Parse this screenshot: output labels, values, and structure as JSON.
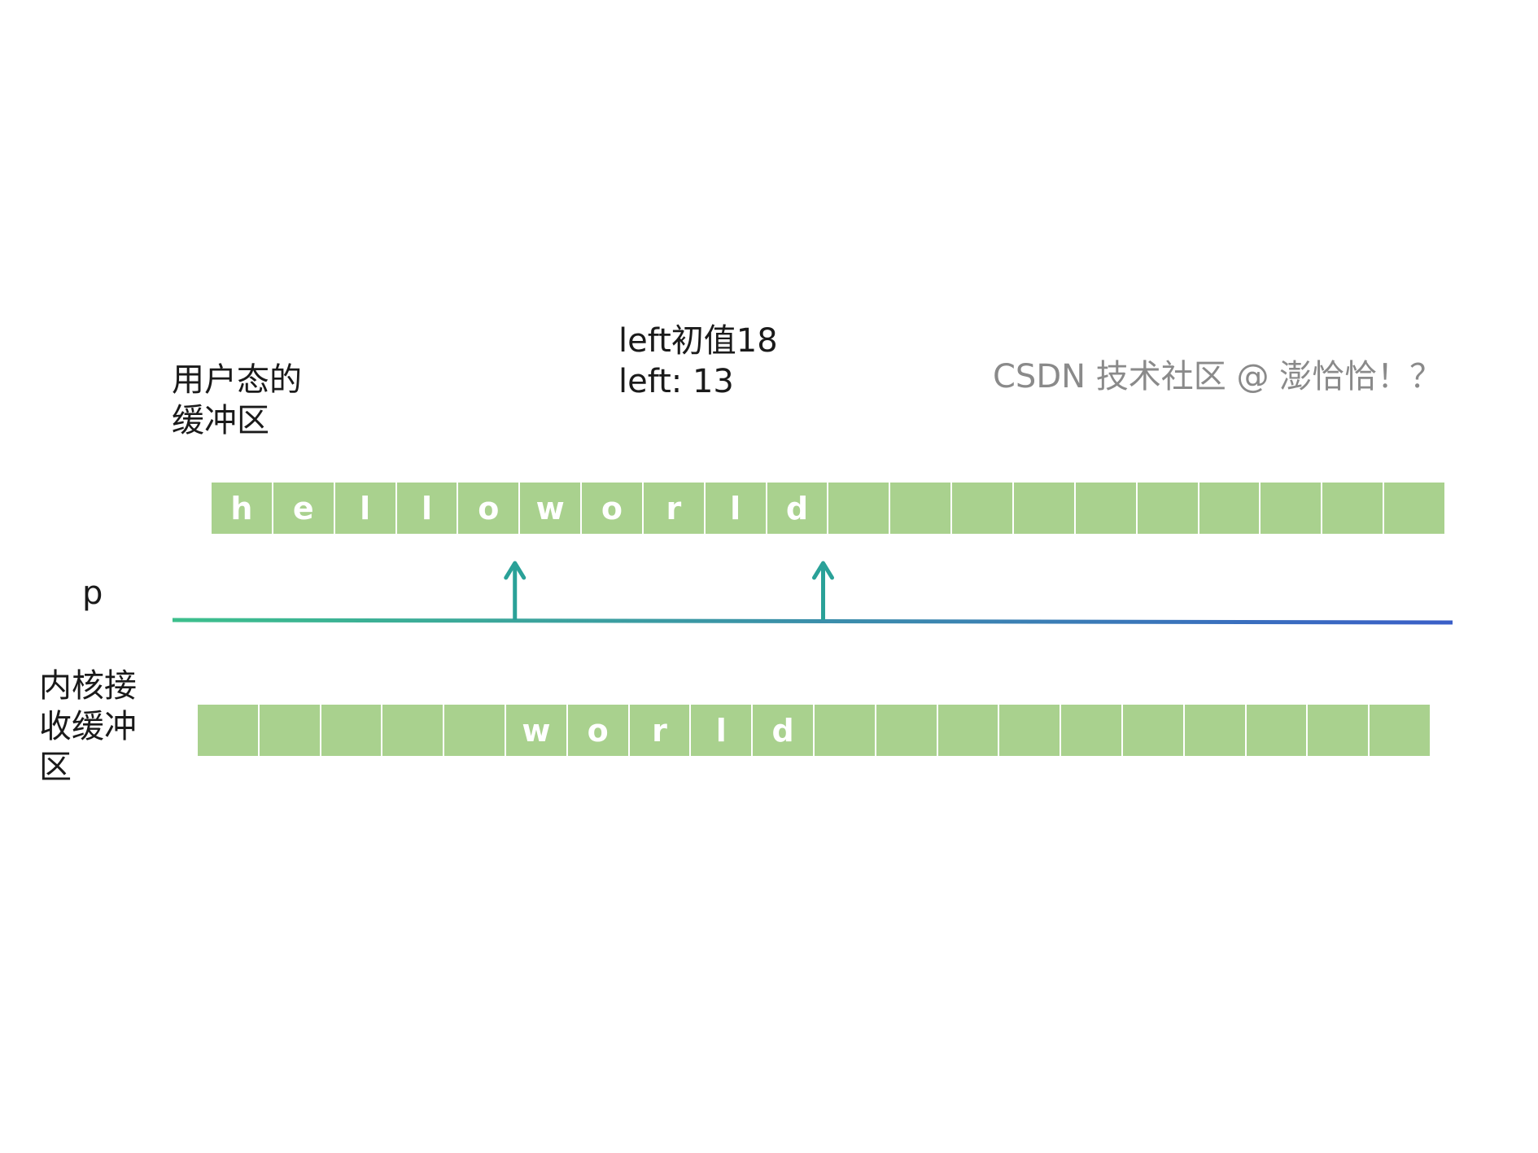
{
  "labels": {
    "user_buffer_line1": "用户态的",
    "user_buffer_line2": "缓冲区",
    "left_initial": "left初值18",
    "left_current": "left: 13",
    "pointer": "p",
    "kernel_buffer_line1": "内核接",
    "kernel_buffer_line2": "收缓冲",
    "kernel_buffer_line3": "区"
  },
  "watermark": "CSDN 技术社区 @ 澎恰恰！？",
  "user_buffer": {
    "cells": [
      "h",
      "e",
      "l",
      "l",
      "o",
      "w",
      "o",
      "r",
      "l",
      "d",
      "",
      "",
      "",
      "",
      "",
      "",
      "",
      "",
      "",
      ""
    ]
  },
  "kernel_buffer": {
    "cells": [
      "",
      "",
      "",
      "",
      "",
      "w",
      "o",
      "r",
      "l",
      "d",
      "",
      "",
      "",
      "",
      "",
      "",
      "",
      "",
      "",
      ""
    ]
  },
  "pointer_arrows": [
    5,
    10
  ],
  "colors": {
    "cell_fill": "#a9d18e",
    "cell_text": "#ffffff",
    "line_start": "#3cbf8c",
    "line_end": "#3a5fc8",
    "arrow": "#2aa198",
    "watermark": "#8a8a8a"
  }
}
